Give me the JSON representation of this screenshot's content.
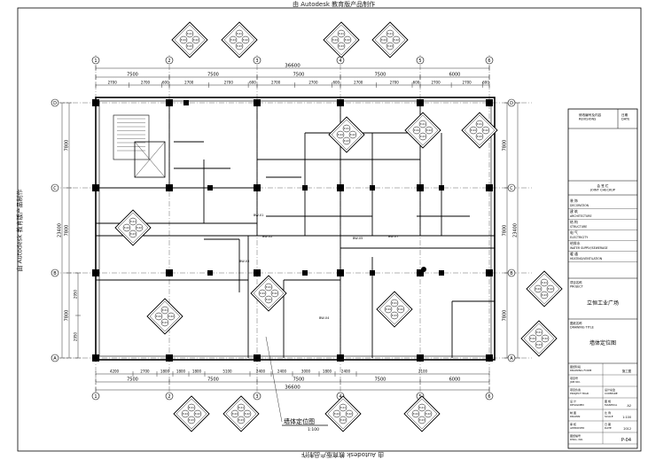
{
  "watermark": "由 Autodesk 教育版产品制作",
  "dims": {
    "overall": "36600",
    "top_bays": [
      "7500",
      "7500",
      "7500",
      "7500",
      "6000"
    ],
    "top_details": [
      "2700",
      "2700",
      "600",
      "2700",
      "2700",
      "600",
      "2700",
      "2700",
      "600",
      "2700",
      "2700",
      "600",
      "2700",
      "2700",
      "600"
    ],
    "bottom_details": [
      "4200",
      "2700",
      "1800",
      "1800",
      "1800",
      "5100",
      "2400",
      "2400",
      "3000",
      "1800",
      "2400",
      "2100"
    ],
    "left_bays": [
      "7800",
      "7800",
      "7800"
    ],
    "left_total": "23400",
    "right_bays": [
      "7800",
      "7800",
      "7800"
    ],
    "right_total": "23400",
    "left_sub": [
      "2950",
      "2950"
    ]
  },
  "axes": {
    "columns": [
      "1",
      "2",
      "3",
      "4",
      "5",
      "6"
    ],
    "rows": [
      "D",
      "C",
      "B",
      "A"
    ]
  },
  "drawing": {
    "title": "墙体定位图",
    "scale": "1:100"
  },
  "title_block": {
    "revisions": "修改编号及内容\nREVISIONS",
    "date_label": "日期\nDATE",
    "joint_checkup": "会 签 栏\nJOINT CHECKUP",
    "disciplines": [
      {
        "cn": "装 饰",
        "en": "DECORATION"
      },
      {
        "cn": "建 筑",
        "en": "ARCHITECTURE"
      },
      {
        "cn": "结 构",
        "en": "STRUCTURE"
      },
      {
        "cn": "电 气",
        "en": "ELECTRICITY"
      },
      {
        "cn": "给排水",
        "en": "WATER SUPPLY/SEWERAGE"
      },
      {
        "cn": "暖 通",
        "en": "HEATING/VENTILATION"
      }
    ],
    "project_label": "项目名称\nPROJECT",
    "project_name": "立恒工业广场",
    "drawing_title_label": "图纸名称\nDRAWING TITLE",
    "drawing_title": "墙体定位图",
    "form_label": "图纸阶段\nDRAWING FORM",
    "form_value": "施工图",
    "job_no_label": "项目号\nJOB NO.",
    "project_mgr_label": "项目负责\nPROJECT MGR",
    "compare_label": "设计总监\nCOMPARE",
    "designed_label": "设 计\nDESIGNED",
    "manhica_label": "图 幅\nMANHICA",
    "manhica_value": "A2",
    "drawn_label": "制 图\nDRAWN",
    "scale_label": "比 例\nSCALE",
    "scale_value": "1:100",
    "approved_label": "审 核\nAPPROVED",
    "date2_label": "日 期\nDATE",
    "date2_value": "2012",
    "dwg_label": "图纸编号\nDWG. NO.",
    "dwg_value": "P-04"
  },
  "wall_tags": [
    "BW-01",
    "BW-02",
    "BW-03",
    "BW-04",
    "BW-05",
    "BW-07"
  ],
  "legend_tags": [
    "E-01",
    "E-02",
    "E-03",
    "E-04"
  ]
}
